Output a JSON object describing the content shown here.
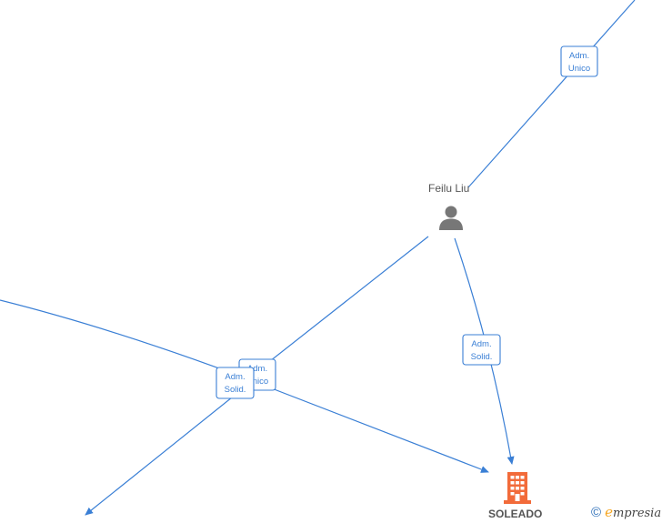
{
  "nodes": {
    "person": {
      "name": "Feilu Liu",
      "icon": "person-icon"
    },
    "company": {
      "name": "SOLEADO",
      "icon": "building-icon"
    }
  },
  "badges": {
    "top_right": [
      "Adm.",
      "Unico"
    ],
    "person_to_company": [
      "Adm.",
      "Solid."
    ],
    "left_behind": [
      "Adm.",
      "Unico"
    ],
    "left_front": [
      "Adm.",
      "Solid."
    ]
  },
  "footer": {
    "copyright_symbol": "©",
    "brand": "mpresia",
    "brand_initial": "e"
  },
  "colors": {
    "edge": "#3a7fd5",
    "company_icon": "#f26b3a",
    "person_icon": "#777777",
    "brand_accent": "#f5a623"
  }
}
